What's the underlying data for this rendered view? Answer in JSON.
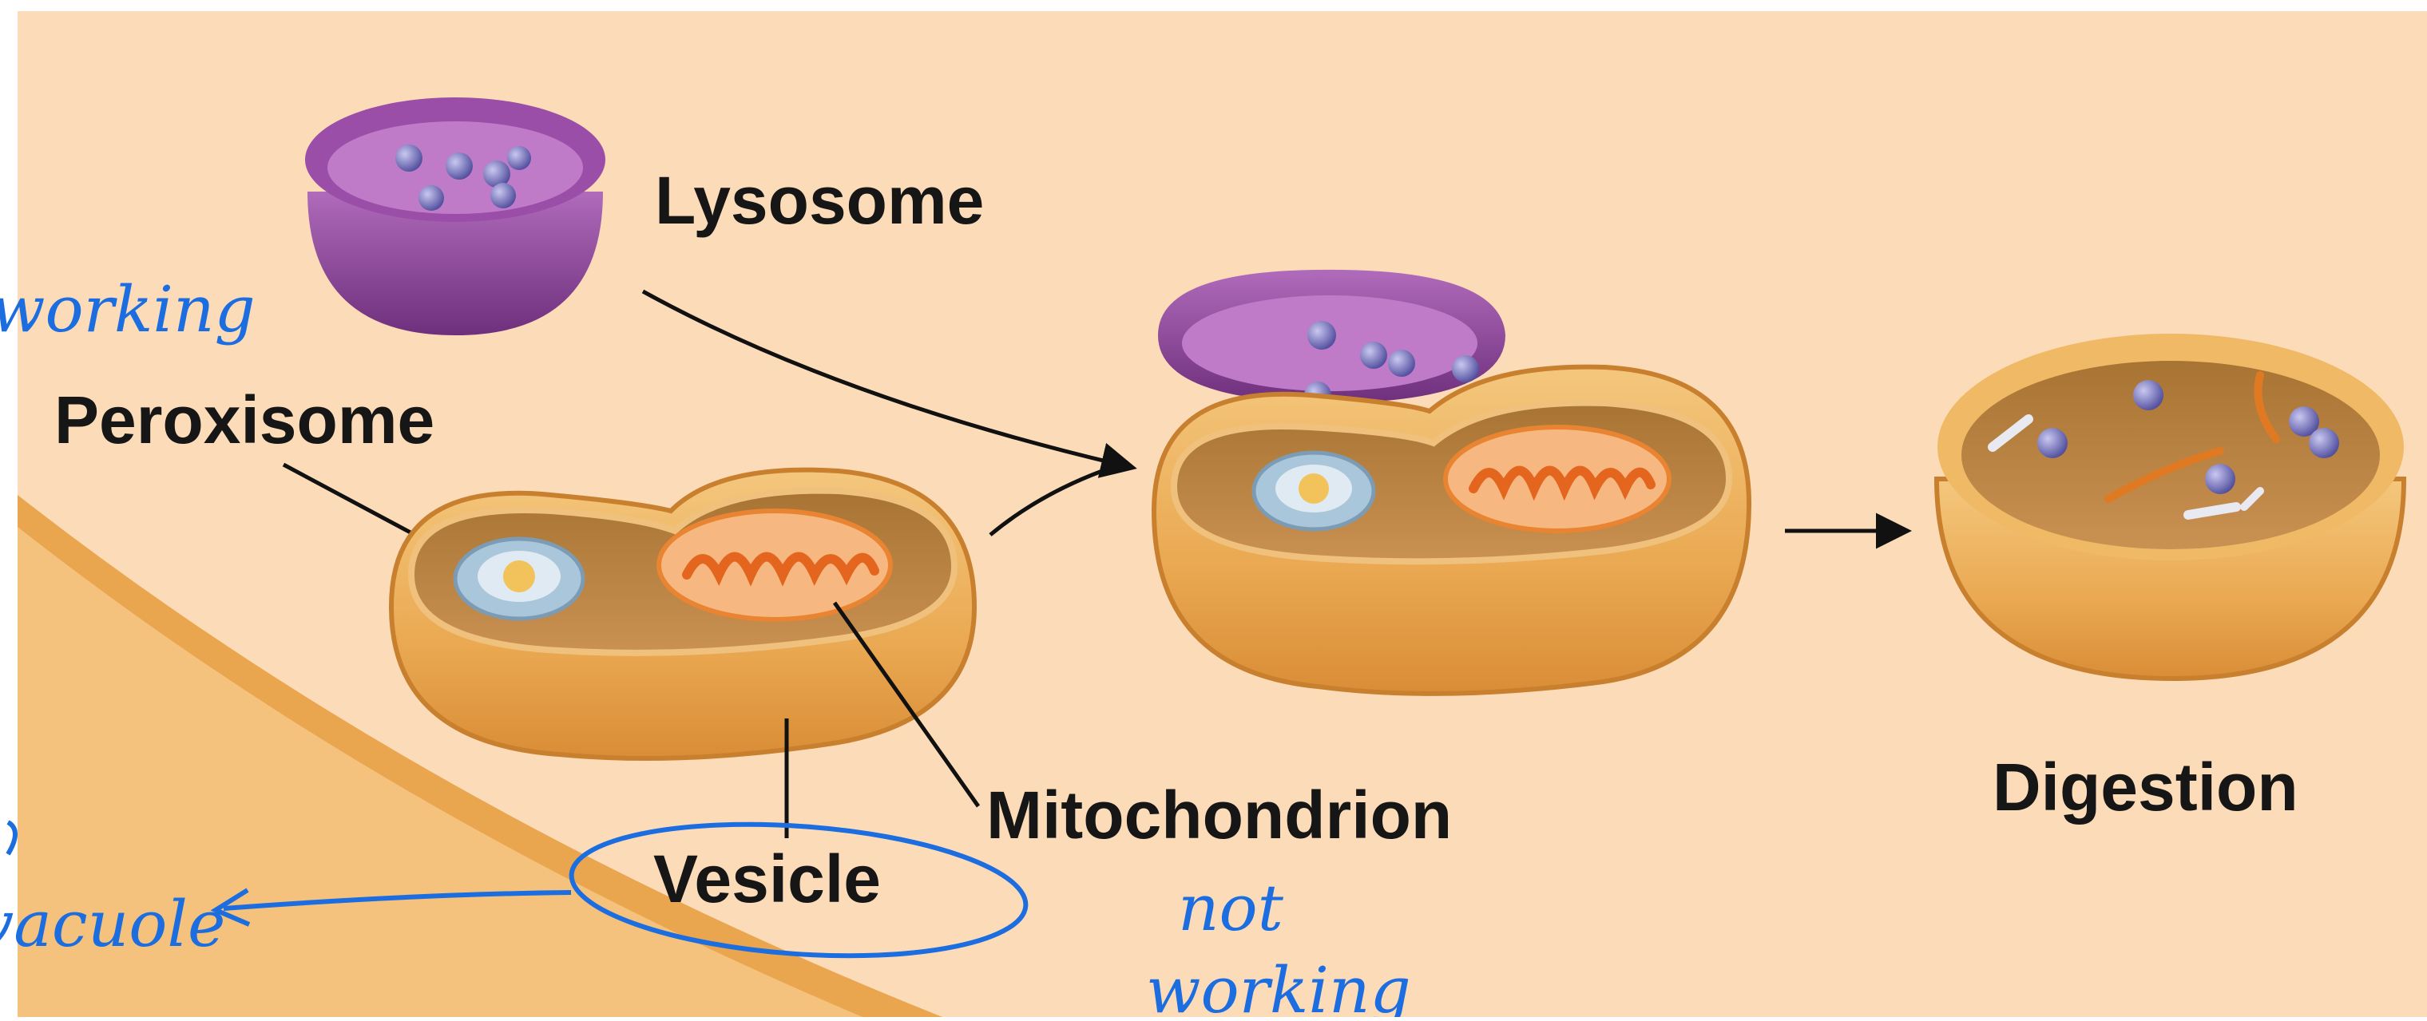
{
  "labels": {
    "lysosome": "Lysosome",
    "peroxisome": "Peroxisome",
    "mitochondrion": "Mitochondrion",
    "vesicle": "Vesicle",
    "digestion": "Digestion"
  },
  "annotations": {
    "working": "working",
    "vacuole": "vacuole",
    "not": "not",
    "not_working": "working"
  },
  "colors": {
    "background": "#fcdcb8",
    "membrane": "#e9a753",
    "lysosome": "#8e4a9a",
    "mitochondrion": "#f08a3c",
    "peroxisome": "#a9c6da",
    "enzyme": "#6e6cb8",
    "annotation": "#1b6de0"
  }
}
